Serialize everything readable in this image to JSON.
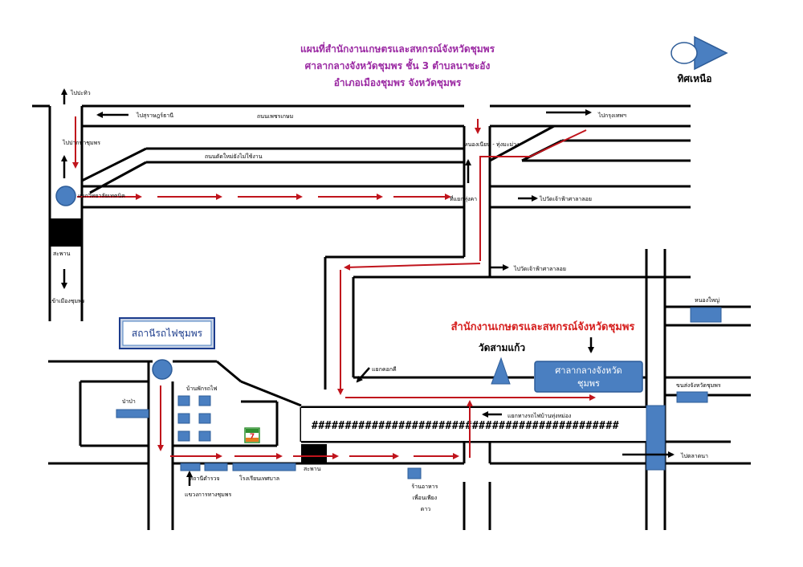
{
  "title": {
    "line1": "แผนที่สำนักงานเกษตรและสหกรณ์จังหวัดชุมพร",
    "line2": "ศาลากลางจังหวัดชุมพร ชั้น 3 ตำบลนาชะอัง",
    "line3": "อำเภอเมืองชุมพร จังหวัดชุมพร"
  },
  "compass": {
    "label": "ทิศเหนือ"
  },
  "labels": {
    "pathiu": "ไปปะทิว",
    "surat": "ไปสุราษฎร์ธานี",
    "phetkasem": "ถนนเพชรเกษม",
    "bangkok": "ไปกรุงเทพฯ",
    "paknam": "ไปปากน้ำชุมพร",
    "newbypass": "ถนนตัดใหม่ยังไม่ใช้งาน",
    "nongnian_int": "หนองเนียน - ทุ่งมะม่วง",
    "kohdam_int": "แยกวิทยาลัยเทคนิค",
    "thonggha": "ที่แยกทุ่งคา",
    "wat1": "ไปวัดเจ้าฟ้าศาลาลอย",
    "wat2": "ไปวัดเจ้าฟ้าศาลาลอย",
    "bridge1": "สะพาน",
    "into_city": "เข้าเมืองชุมพร",
    "nong_yai": "หนองใหญ่",
    "kok_int": "แยกคอกคี",
    "papa": "ป่าป่า",
    "station_house": "บ้านพักรถไฟ",
    "police": "สถานีตำรวจ",
    "school": "โรงเรียนเทศบาล",
    "highway_dept": "แขวงการทางชุมพร",
    "bridge2": "สะพาน",
    "restaurant": "ร้านอาหาร เพื่อนเพียง ดาว",
    "rail_cross": "แยกทางรถไฟบ้านทุ่งหม่อง",
    "post_office": "ขนส่งจังหวัดชุมพร",
    "to_right": "ไปตลาดนา"
  },
  "station": {
    "label": "สถานีรถไฟชุมพร"
  },
  "office": {
    "title": "สำนักงานเกษตรและสหกรณ์จังหวัดชุมพร"
  },
  "temple": {
    "label": "วัดสามแก้ว"
  },
  "city_hall": {
    "line1": "ศาลากลางจังหวัด",
    "line2": "ชุมพร"
  },
  "railway": {
    "text": "##############################################"
  },
  "colors": {
    "route": "#c0141c",
    "box": "#4a7fc1",
    "box_border": "#2d5c98",
    "title": "#9b2aa3",
    "office_title": "#d6201f",
    "seven_eleven_green": "#2f8f2f"
  }
}
